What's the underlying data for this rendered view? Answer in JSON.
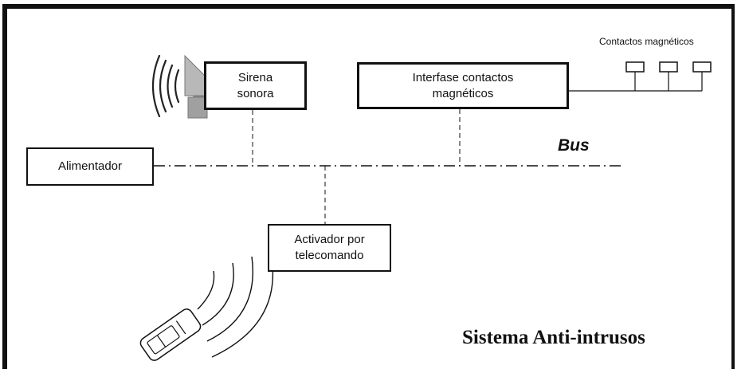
{
  "diagram": {
    "title": "Sistema Anti-intrusos",
    "bus_label": "Bus",
    "contacts_label": "Contactos magnéticos",
    "nodes": {
      "sirena": [
        "Sirena",
        "sonora"
      ],
      "interfase": [
        "Interfase contactos",
        "magnéticos"
      ],
      "alimentador": [
        "Alimentador"
      ],
      "activador": [
        "Activador por",
        "telecomando"
      ]
    },
    "icons": [
      "speaker-icon",
      "sound-waves-icon",
      "remote-control-icon",
      "radio-waves-icon",
      "magnetic-contact-icon"
    ]
  }
}
